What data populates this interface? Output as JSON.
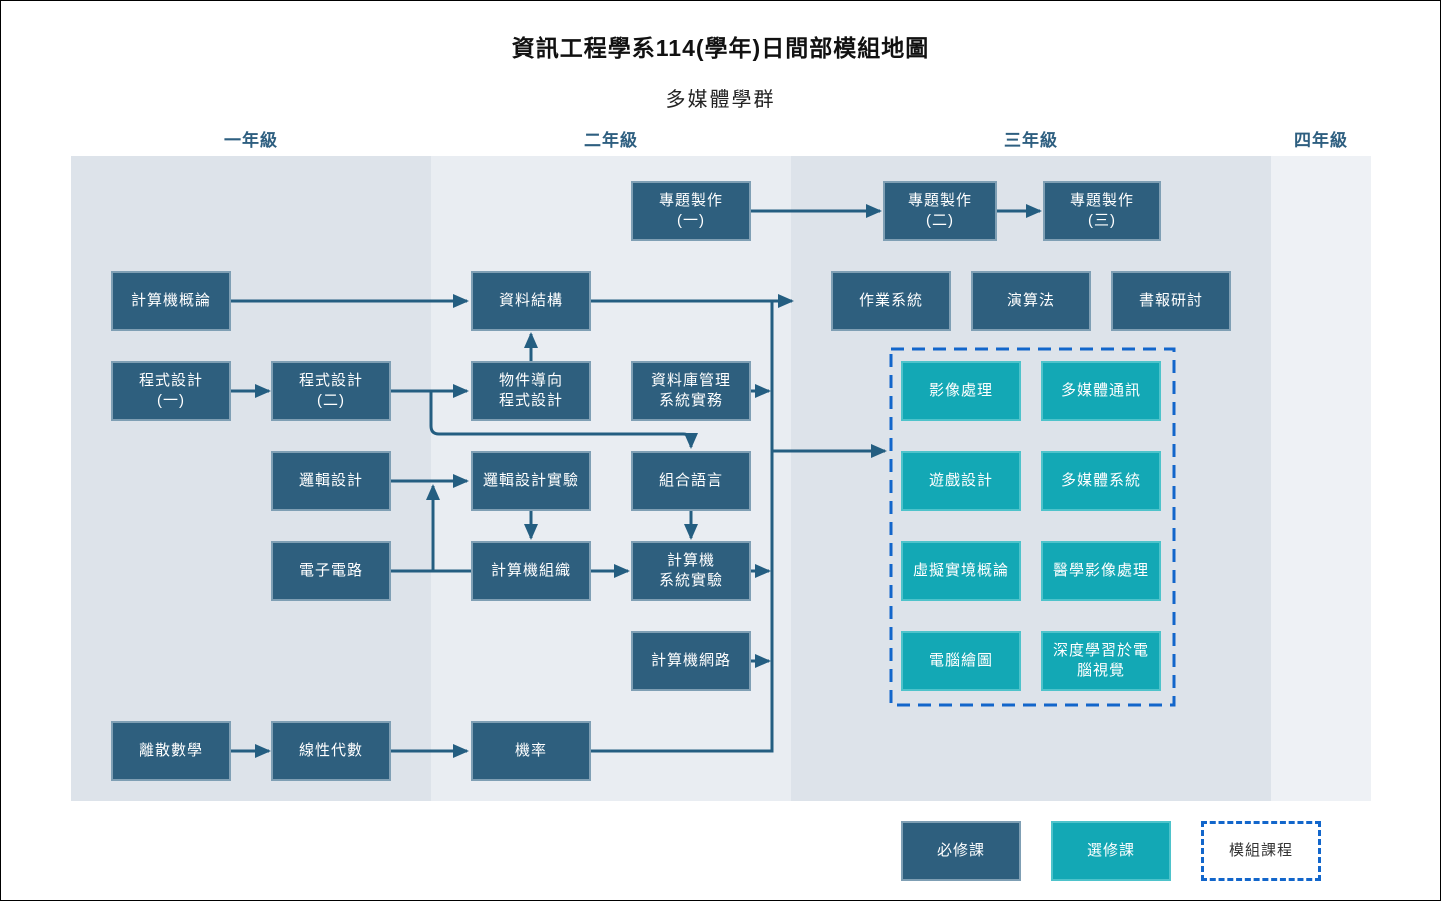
{
  "title": "資訊工程學系114(學年)日間部模組地圖",
  "subtitle": "多媒體學群",
  "columns": [
    {
      "id": "year1",
      "label": "一年級"
    },
    {
      "id": "year2",
      "label": "二年級"
    },
    {
      "id": "year3",
      "label": "三年級"
    },
    {
      "id": "year4",
      "label": "四年級"
    }
  ],
  "legend": [
    {
      "id": "required",
      "label": "必修課"
    },
    {
      "id": "elective",
      "label": "選修課"
    },
    {
      "id": "module",
      "label": "模組課程"
    }
  ],
  "colors": {
    "required_fill": "#2e5f7e",
    "elective_fill": "#13a8b5",
    "arrow": "#245e81",
    "module_dashed_border": "#1266cb",
    "column_dark": "#dde3ea",
    "column_light": "#e9edf2",
    "header_text": "#2e5f80"
  },
  "nodes": [
    {
      "id": "intro_cs",
      "label": "計算機概論",
      "type": "required",
      "column": "year1"
    },
    {
      "id": "prog1",
      "label": "程式設計\n(一)",
      "type": "required",
      "column": "year1"
    },
    {
      "id": "prog2",
      "label": "程式設計\n(二)",
      "type": "required",
      "column": "year1"
    },
    {
      "id": "logic",
      "label": "邏輯設計",
      "type": "required",
      "column": "year1"
    },
    {
      "id": "circuits",
      "label": "電子電路",
      "type": "required",
      "column": "year1"
    },
    {
      "id": "discrete",
      "label": "離散數學",
      "type": "required",
      "column": "year1"
    },
    {
      "id": "linear",
      "label": "線性代數",
      "type": "required",
      "column": "year1"
    },
    {
      "id": "ds",
      "label": "資料結構",
      "type": "required",
      "column": "year2"
    },
    {
      "id": "oop",
      "label": "物件導向\n程式設計",
      "type": "required",
      "column": "year2"
    },
    {
      "id": "logic_lab",
      "label": "邏輯設計實驗",
      "type": "required",
      "column": "year2"
    },
    {
      "id": "comp_org",
      "label": "計算機組織",
      "type": "required",
      "column": "year2"
    },
    {
      "id": "prob",
      "label": "機率",
      "type": "required",
      "column": "year2"
    },
    {
      "id": "proj1",
      "label": "專題製作\n(一)",
      "type": "required",
      "column": "year2"
    },
    {
      "id": "dbms",
      "label": "資料庫管理\n系統實務",
      "type": "required",
      "column": "year2"
    },
    {
      "id": "asm",
      "label": "組合語言",
      "type": "required",
      "column": "year2"
    },
    {
      "id": "sys_lab",
      "label": "計算機\n系統實驗",
      "type": "required",
      "column": "year2"
    },
    {
      "id": "net",
      "label": "計算機網路",
      "type": "required",
      "column": "year2"
    },
    {
      "id": "proj2",
      "label": "專題製作\n(二)",
      "type": "required",
      "column": "year3"
    },
    {
      "id": "proj3",
      "label": "專題製作\n(三)",
      "type": "required",
      "column": "year3"
    },
    {
      "id": "os",
      "label": "作業系統",
      "type": "required",
      "column": "year3"
    },
    {
      "id": "algo",
      "label": "演算法",
      "type": "required",
      "column": "year3"
    },
    {
      "id": "seminar",
      "label": "書報研討",
      "type": "required",
      "column": "year3"
    },
    {
      "id": "img",
      "label": "影像處理",
      "type": "module",
      "column": "year3"
    },
    {
      "id": "mm_comm",
      "label": "多媒體通訊",
      "type": "module",
      "column": "year3"
    },
    {
      "id": "game",
      "label": "遊戲設計",
      "type": "module",
      "column": "year3"
    },
    {
      "id": "mm_sys",
      "label": "多媒體系統",
      "type": "module",
      "column": "year3"
    },
    {
      "id": "vr",
      "label": "虛擬實境概論",
      "type": "module",
      "column": "year3"
    },
    {
      "id": "med_img",
      "label": "醫學影像處理",
      "type": "module",
      "column": "year3"
    },
    {
      "id": "cg",
      "label": "電腦繪圖",
      "type": "module",
      "column": "year3"
    },
    {
      "id": "dl_cv",
      "label": "深度學習於電\n腦視覺",
      "type": "module",
      "column": "year3"
    }
  ],
  "edges": [
    {
      "from": "intro_cs",
      "to": "ds"
    },
    {
      "from": "prog1",
      "to": "prog2"
    },
    {
      "from": "prog2",
      "to": "oop"
    },
    {
      "from": "prog2",
      "to": "asm"
    },
    {
      "from": "oop",
      "to": "ds"
    },
    {
      "from": "logic",
      "to": "logic_lab"
    },
    {
      "from": "circuits",
      "to": "logic_lab"
    },
    {
      "from": "circuits",
      "to": "comp_org"
    },
    {
      "from": "logic_lab",
      "to": "comp_org"
    },
    {
      "from": "comp_org",
      "to": "sys_lab"
    },
    {
      "from": "asm",
      "to": "sys_lab"
    },
    {
      "from": "proj1",
      "to": "proj2"
    },
    {
      "from": "proj2",
      "to": "proj3"
    },
    {
      "from": "ds",
      "to": "junction"
    },
    {
      "from": "dbms",
      "to": "junction"
    },
    {
      "from": "sys_lab",
      "to": "junction"
    },
    {
      "from": "net",
      "to": "junction"
    },
    {
      "from": "prob",
      "to": "junction"
    },
    {
      "from": "junction",
      "to": "os"
    },
    {
      "from": "junction",
      "to": "module_group"
    }
  ]
}
